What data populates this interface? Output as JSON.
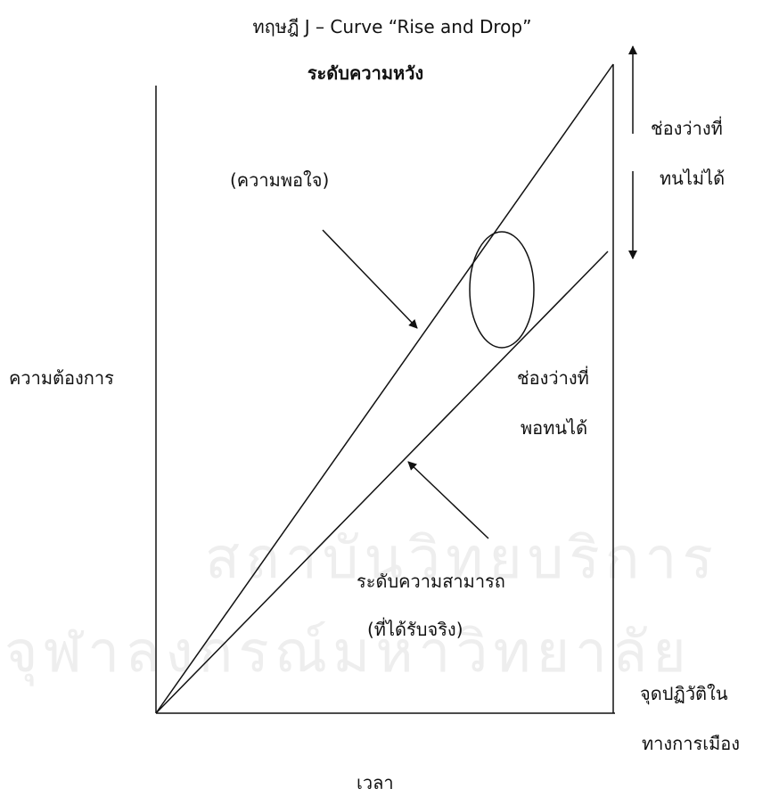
{
  "diagram": {
    "title": "ทฤษฎี J – Curve “Rise and Drop”",
    "expectation_heading": "ระดับความหวัง",
    "satisfaction_label": "(ความพอใจ)",
    "intolerable_gap": [
      "ช่องว่างที่",
      "ทนไม่ได้"
    ],
    "tolerable_gap": [
      "ช่องว่างที่",
      "พอทนได้"
    ],
    "needs_label": "ความต้องการ",
    "capability": [
      "ระดับความสามารถ",
      "(ที่ได้รับจริง)"
    ],
    "turning_point": [
      "จุดปฏิวัติใน",
      "ทางการเมือง"
    ],
    "time_label": "เวลา"
  },
  "watermark": {
    "line1": "สถาบันวิทยบริการ",
    "line2": "จุฬาลงกรณ์มหาวิทยาลัย",
    "color": "#eeeeee"
  },
  "colors": {
    "lines": "#111111",
    "background": "#ffffff"
  }
}
